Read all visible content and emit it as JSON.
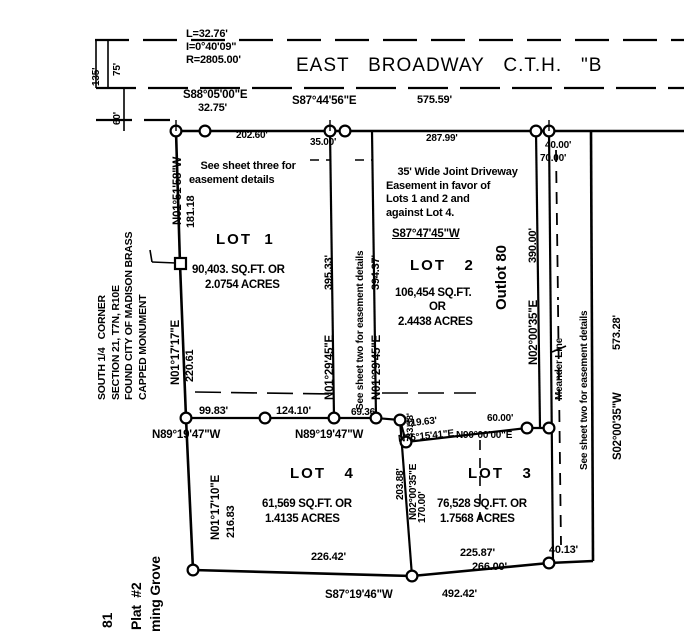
{
  "document": {
    "type": "survey-plat",
    "road_label": "EAST   BROADWAY   C.T.H.   \"B",
    "ink_color": "#000000",
    "paper_color": "#ffffff"
  },
  "curve_data": {
    "length": "L=32.76'",
    "delta": "I=0°40'09\"",
    "radius": "R=2805.00'"
  },
  "right_of_way": {
    "outer_offset": "135'",
    "mid_offset": "75'",
    "inner_offset": "60'"
  },
  "top_bearings": {
    "west_segment": "S88°05'00\"E",
    "west_segment_distance": "32.75'",
    "main_line": "S87°44'56\"E",
    "main_line_distance": "575.59'"
  },
  "top_dimensions": {
    "lot1_frontage": "202.60'",
    "driveway_width": "35.00'",
    "lot2_frontage": "287.99'",
    "east_segment": "40.00'",
    "east_offset": "70.00'"
  },
  "notes": {
    "sheet_three": "See sheet three for\neasement details",
    "sheet_two_left": "See sheet two for easement details",
    "sheet_two_right": "See sheet two for easement details",
    "driveway_easement": "35' Wide Joint Driveway\nEasement in favor of\nLots 1 and 2 and\nagainst Lot 4.",
    "meander_line": "Meander Line"
  },
  "monument": {
    "label": "SOUTH 1/4   CORNER\nSECTION 21, T7N, R10E\nFOUND CITY OF MADISON BRASS\nCAPPED MONUMENT"
  },
  "lots": [
    {
      "name": "LOT  1",
      "sqft": "90,403. SQ.FT. OR",
      "acres": "2.0754 ACRES"
    },
    {
      "name": "LOT   2",
      "sqft": "106,454 SQ.FT.",
      "or": "OR",
      "acres": "2.4438 ACRES"
    },
    {
      "name": "LOT   3",
      "sqft": "76,528 SQ.FT. OR",
      "acres": "1.7568 ACRES"
    },
    {
      "name": "LOT   4",
      "sqft": "61,569 SQ.FT. OR",
      "acres": "1.4135 ACRES"
    }
  ],
  "outlot": {
    "label": "Outlot 80"
  },
  "west_line": {
    "upper_bearing": "N01°51'58\"W",
    "upper_distance": "181.18",
    "lower_bearing": "N01°17'17\"E",
    "lower_distance": "220.61",
    "bottom_bearing": "N01°17'10\"E",
    "bottom_distance": "216.83"
  },
  "interior_lines": {
    "lot1_east_bearing": "N01°29'45\"E",
    "lot1_east_distance": "395.33'",
    "lot2_west_bearing": "N01°29'45\"E",
    "lot2_west_distance": "394.37'",
    "lot2_south_bearing": "S87°47'45\"W",
    "east_line_bearing": "N02°00'35\"E",
    "east_line_distance": "390.00'",
    "lot4_east_bearing": "N02°00'35\"E",
    "lot4_east_distance": "203.88'",
    "lot3_west_distance": "170.00'",
    "far_east_bearing": "S02°00'35\"W",
    "far_east_distance": "573.28'"
  },
  "mid_dimensions": {
    "lot1_south": "99.83'",
    "lot1_south_2": "124.10'",
    "mid_bearing_left": "N89°19'47\"W",
    "mid_bearing_right": "N89°19'47\"W",
    "segment_69": "69.36'",
    "segment_33": "33.38'",
    "segment_119": "119.63'",
    "bearing_119": "N76°15'41\"E",
    "segment_60": "60.00'",
    "bearing_60": "N90°00'00\"E"
  },
  "bottom_dimensions": {
    "lot4_south": "226.42'",
    "lot3_south": "225.87'",
    "lot3_south_total": "266.00'",
    "east_tail": "40.13'",
    "bottom_bearing": "S87°19'46\"W",
    "bottom_distance": "492.42'"
  },
  "corner_text": {
    "line1": "81",
    "line2": "Plat  #2",
    "line3": "ming Grove"
  }
}
